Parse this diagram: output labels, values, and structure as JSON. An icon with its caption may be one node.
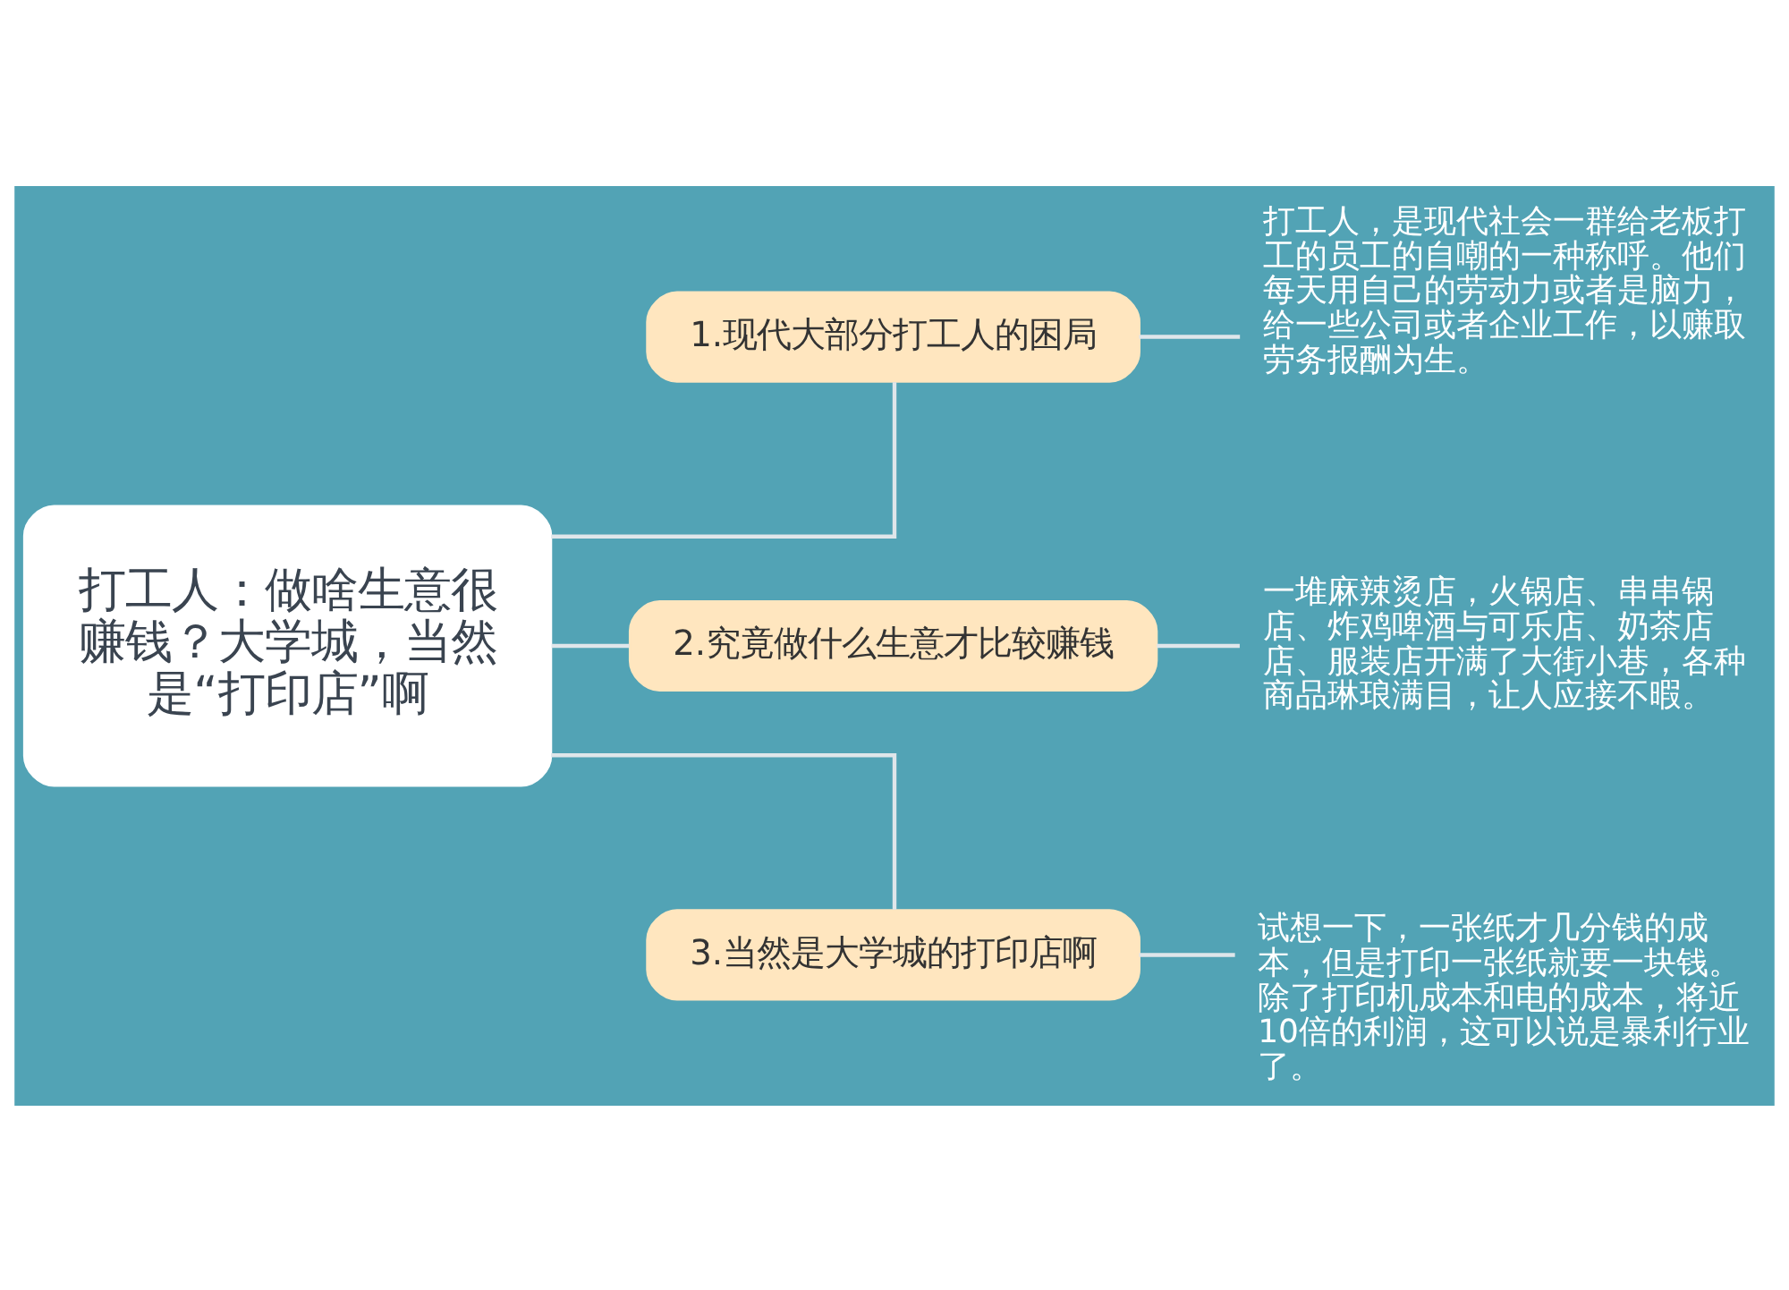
{
  "diagram": {
    "nodes": [
      {
        "text": [
          "打工人：做啥生意很赚钱？大学城，当然是“打印店”啊"
        ]
      },
      {
        "text": [
          "1.现代大部分打工人的困局"
        ]
      },
      {
        "text": [
          "2.究竟做什么生意才比较赚钱"
        ]
      },
      {
        "text": [
          "3.当然是大学城的打印店啊"
        ]
      },
      {
        "text": [
          "打工人，是现代社会一群给老板打工的员工的自嘲的一种称呼。他们每天用自己的劳动力或者是脑力，给一些公司或者企业工作，以赚取劳务报酬为生。"
        ]
      },
      {
        "text": [
          "一堆麻辣烫店，火锅店、串串锅店、炸鸡啤酒与可乐店、奶茶店店、服装店开满了大街小巷，各种商品琳琅满目，让人应接不暇。"
        ]
      },
      {
        "text": [
          "试想一下，一张纸才几分钱的成本，但是打印一张纸就要一块钱。除了打印机成本和电的成本，将近10倍的利润，这可以说是暴利行业了。"
        ]
      }
    ],
    "edges": [
      {
        "from": 0,
        "to": 1,
        "arrow": "none"
      },
      {
        "from": 0,
        "to": 2,
        "arrow": "none"
      },
      {
        "from": 0,
        "to": 3,
        "arrow": "none"
      },
      {
        "from": 1,
        "to": 4,
        "arrow": "none"
      },
      {
        "from": 2,
        "to": 5,
        "arrow": "none"
      },
      {
        "from": 3,
        "to": 6,
        "arrow": "none"
      }
    ]
  }
}
